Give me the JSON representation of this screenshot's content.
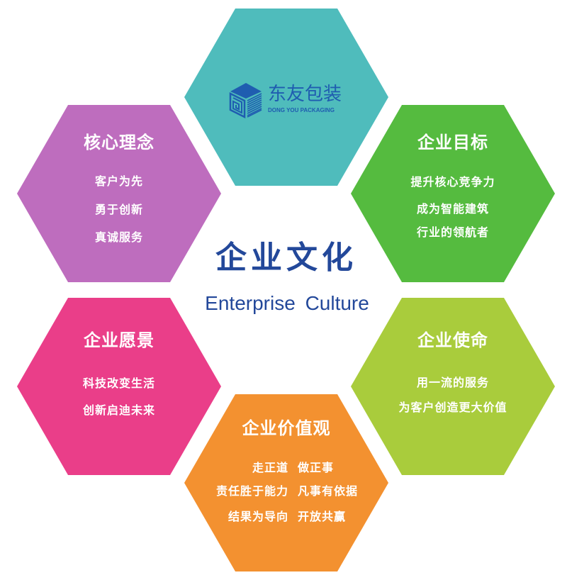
{
  "colors": {
    "teal": "#4FBCBC",
    "purple": "#BE6DBE",
    "green": "#55BB3F",
    "pink": "#EA3E89",
    "lime": "#A9CC3C",
    "orange": "#F39130",
    "title_blue": "#23489A",
    "logo_blue": "#1F5DB0"
  },
  "center": {
    "title": "企业文化",
    "subtitle": "Enterprise  Culture"
  },
  "logo": {
    "name_cn": "东友包装",
    "name_en": "DONG YOU PACKAGING",
    "icon": "cube-logo-icon"
  },
  "core_philosophy": {
    "title": "核心理念",
    "items": [
      "客户为先",
      "勇于创新",
      "真诚服务"
    ]
  },
  "enterprise_goal": {
    "title": "企业目标",
    "items": [
      "提升核心竞争力",
      "成为智能建筑",
      "行业的领航者"
    ]
  },
  "enterprise_vision": {
    "title": "企业愿景",
    "items": [
      "科技改变生活",
      "创新启迪未来"
    ]
  },
  "enterprise_mission": {
    "title": "企业使命",
    "items": [
      "用一流的服务",
      "为客户创造更大价值"
    ]
  },
  "enterprise_values": {
    "title": "企业价值观",
    "rows": [
      {
        "left": "走正道",
        "right": "做正事"
      },
      {
        "left": "责任胜于能力",
        "right": "凡事有依据"
      },
      {
        "left": "结果为导向",
        "right": "开放共赢"
      }
    ]
  }
}
